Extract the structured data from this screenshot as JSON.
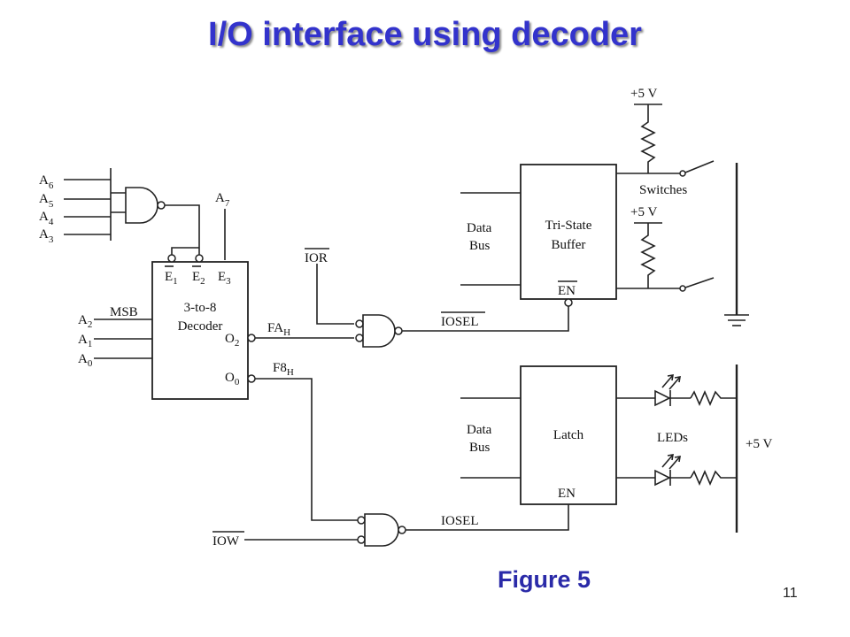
{
  "title": "I/O interface using decoder",
  "caption": "Figure 5",
  "page_number": "11",
  "labels": {
    "a6": "A",
    "a6_sub": "6",
    "a5": "A",
    "a5_sub": "5",
    "a4": "A",
    "a4_sub": "4",
    "a3": "A",
    "a3_sub": "3",
    "a7": "A",
    "a7_sub": "7",
    "a2": "A",
    "a2_sub": "2",
    "a1": "A",
    "a1_sub": "1",
    "a0": "A",
    "a0_sub": "0",
    "e1": "E",
    "e1_sub": "1",
    "e2": "E",
    "e2_sub": "2",
    "e3": "E",
    "e3_sub": "3",
    "msb": "MSB",
    "decoder_line1": "3-to-8",
    "decoder_line2": "Decoder",
    "o2": "O",
    "o2_sub": "2",
    "o0": "O",
    "o0_sub": "0",
    "fa": "FA",
    "fa_sub": "H",
    "f8": "F8",
    "f8_sub": "H",
    "ior": "IOR",
    "iow": "IOW",
    "iosel_top": "IOSEL",
    "iosel_bottom": "IOSEL",
    "data_bus_top_1": "Data",
    "data_bus_top_2": "Bus",
    "data_bus_bottom_1": "Data",
    "data_bus_bottom_2": "Bus",
    "buffer_line1": "Tri-State",
    "buffer_line2": "Buffer",
    "buffer_en": "EN",
    "latch": "Latch",
    "latch_en": "EN",
    "vcc_top": "+5 V",
    "vcc_mid": "+5 V",
    "vcc_right": "+5 V",
    "switches": "Switches",
    "leds": "LEDs"
  }
}
